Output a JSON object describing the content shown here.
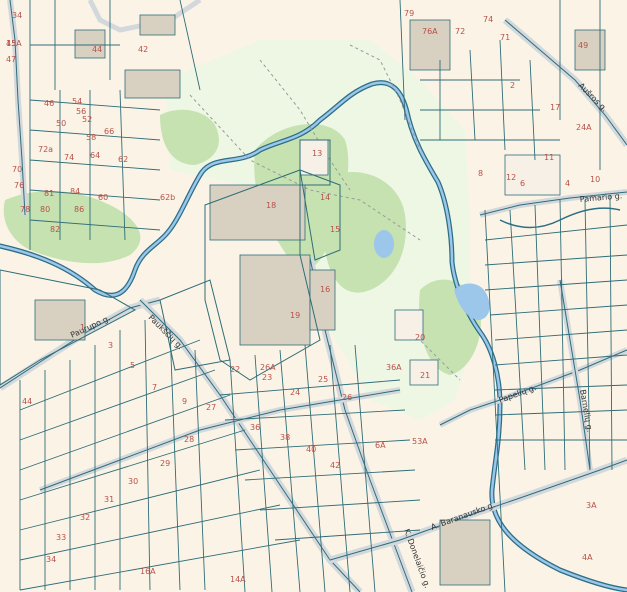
{
  "map": {
    "type": "cadastral-parcel-map",
    "colors": {
      "background": "#fbf4e6",
      "park": "#eef6e4",
      "greenery": "#c6e2b0",
      "water": "#9cc6ea",
      "river_outline": "#2b6e86",
      "parcel_line": "#2f6d78",
      "road_fill": "#d2d8dc",
      "building": "#d8d0c0",
      "label": "#b7514a",
      "path_dashed": "#9a9a9a"
    },
    "streets": [
      {
        "id": "street-1",
        "name": "Paurupo g."
      },
      {
        "id": "street-2",
        "name": "Aušros g."
      },
      {
        "id": "street-3",
        "name": "Pamario g."
      },
      {
        "id": "street-4",
        "name": "Barnelių g."
      },
      {
        "id": "street-5",
        "name": "Paukščių g."
      },
      {
        "id": "street-6",
        "name": "A. Baranausko g."
      },
      {
        "id": "street-7",
        "name": "K. Donelaičio g."
      },
      {
        "id": "street-8",
        "name": "Papelių g."
      }
    ],
    "house_numbers": [
      "45",
      "47",
      "34",
      "49",
      "44",
      "42",
      "79",
      "76A",
      "72",
      "74",
      "62",
      "46",
      "54",
      "50",
      "52",
      "56",
      "58",
      "64",
      "66",
      "60",
      "70",
      "72a",
      "74",
      "76",
      "78",
      "80",
      "81",
      "82",
      "84",
      "86",
      "62b",
      "71",
      "2",
      "17",
      "1",
      "3",
      "5",
      "7",
      "9",
      "6",
      "4",
      "8",
      "10",
      "11",
      "12",
      "13",
      "14",
      "15",
      "16",
      "18",
      "19",
      "20",
      "21",
      "22",
      "23",
      "24",
      "25",
      "26",
      "27",
      "28",
      "29",
      "30",
      "31",
      "32",
      "33",
      "34",
      "36",
      "38",
      "40",
      "42",
      "44",
      "14A",
      "16A",
      "24A",
      "26A",
      "36A",
      "3A",
      "4A",
      "6A",
      "53A",
      "15A"
    ]
  }
}
